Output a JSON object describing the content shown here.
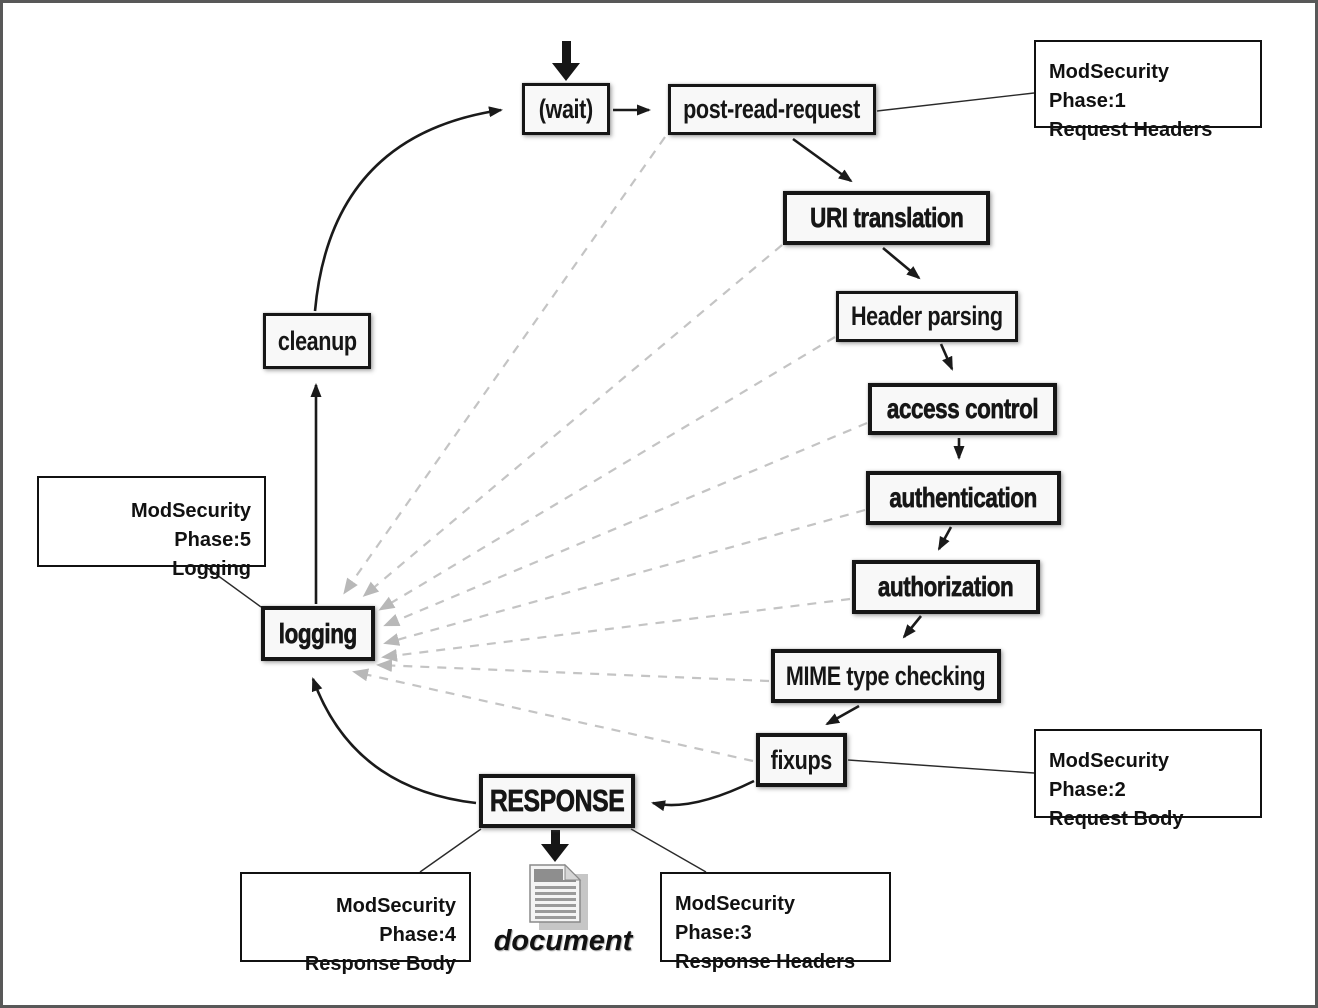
{
  "diagram": {
    "title_implicit": "Apache request cycle with ModSecurity phases",
    "nodes": {
      "wait": {
        "label": "(wait)"
      },
      "post_read_request": {
        "label": "post-read-request"
      },
      "uri_translation": {
        "label": "URI translation"
      },
      "header_parsing": {
        "label": "Header parsing"
      },
      "access_control": {
        "label": "access control"
      },
      "authentication": {
        "label": "authentication"
      },
      "authorization": {
        "label": "authorization"
      },
      "mime_type_checking": {
        "label": "MIME type checking"
      },
      "fixups": {
        "label": "fixups"
      },
      "response": {
        "label": "RESPONSE"
      },
      "logging": {
        "label": "logging"
      },
      "cleanup": {
        "label": "cleanup"
      }
    },
    "annotations": {
      "phase1": {
        "line1": "ModSecurity Phase:1",
        "line2": "Request Headers"
      },
      "phase2": {
        "line1": "ModSecurity Phase:2",
        "line2": "Request Body"
      },
      "phase3": {
        "line1": "ModSecurity Phase:3",
        "line2": "Response Headers"
      },
      "phase4": {
        "line1": "ModSecurity Phase:4",
        "line2": "Response Body"
      },
      "phase5": {
        "line1": "ModSecurity Phase:5",
        "line2": "Logging"
      }
    },
    "document_label": "document",
    "colors": {
      "node_border": "#161616",
      "node_fill": "#f8f8f8",
      "solid_arrow": "#1a1a1a",
      "dashed_arrow": "#c4c4c4",
      "frame_border": "#585858"
    }
  }
}
